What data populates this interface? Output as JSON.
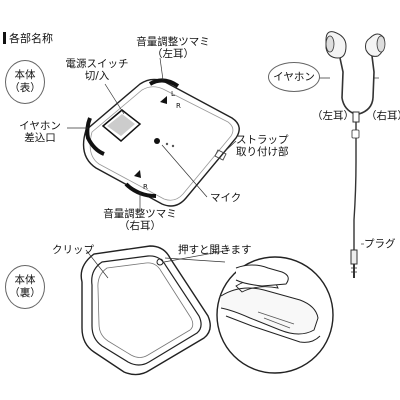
{
  "section_title": "各部名称",
  "front_body": {
    "line1": "本体",
    "line2": "（表）"
  },
  "back_body": {
    "line1": "本体",
    "line2": "（裏）"
  },
  "labels": {
    "volume_left_line1": "音量調整ツマミ",
    "volume_left_line2": "（左耳）",
    "power_switch_line1": "電源スイッチ",
    "power_switch_line2": "切/入",
    "earphone_jack_line1": "イヤホン",
    "earphone_jack_line2": "差込口",
    "strap_line1": "ストラップ",
    "strap_line2": "取り付け部",
    "mic": "マイク",
    "volume_right_line1": "音量調整ツマミ",
    "volume_right_line2": "（右耳）",
    "earphone": "イヤホン",
    "left_ear": "（左耳）",
    "right_ear": "（右耳）",
    "plug": "プラグ",
    "clip": "クリップ",
    "press_to_open": "押すと開きます"
  },
  "device_marks": {
    "left_knob": "L",
    "right_knob": "R",
    "right_alt": "R"
  }
}
